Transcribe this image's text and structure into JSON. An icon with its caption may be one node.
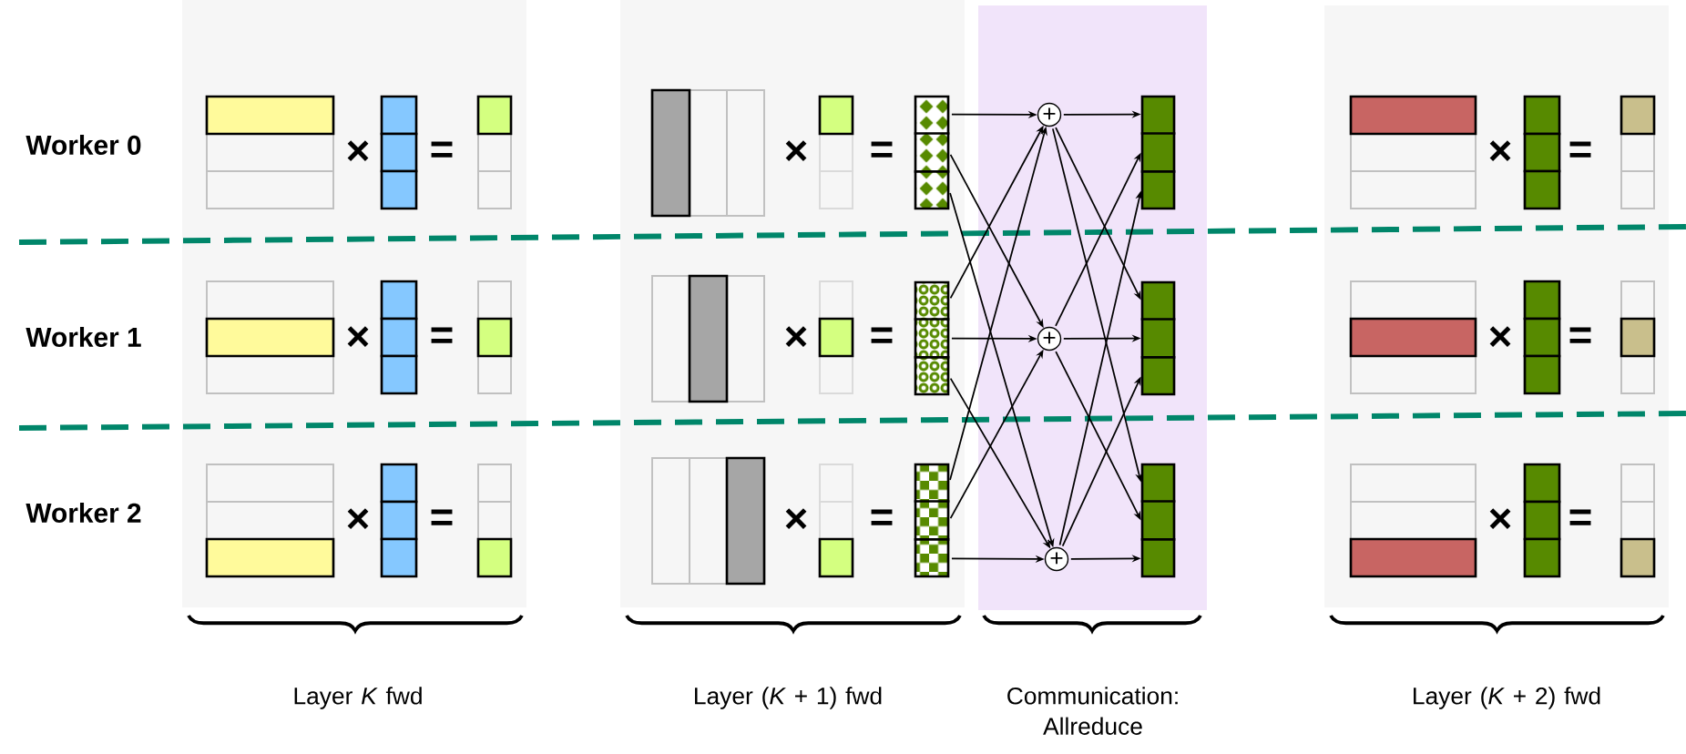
{
  "diagram": {
    "nodes": [
      {
        "text": [],
        "shape": "bar"
      },
      {
        "text": [],
        "shape": "bar"
      },
      {
        "text": [],
        "shape": "bar"
      },
      {
        "text": [
          "+"
        ]
      },
      {
        "text": [
          "+"
        ]
      },
      {
        "text": [
          "+"
        ]
      },
      {
        "text": [],
        "shape": "bar"
      },
      {
        "text": [],
        "shape": "bar"
      },
      {
        "text": [],
        "shape": "bar"
      }
    ],
    "edges": [
      {
        "from": 0,
        "to": 3,
        "arrow": "to"
      },
      {
        "from": 0,
        "to": 4,
        "arrow": "to"
      },
      {
        "from": 0,
        "to": 5,
        "arrow": "to"
      },
      {
        "from": 1,
        "to": 3,
        "arrow": "to"
      },
      {
        "from": 1,
        "to": 4,
        "arrow": "to"
      },
      {
        "from": 1,
        "to": 5,
        "arrow": "to"
      },
      {
        "from": 2,
        "to": 3,
        "arrow": "to"
      },
      {
        "from": 2,
        "to": 4,
        "arrow": "to"
      },
      {
        "from": 2,
        "to": 5,
        "arrow": "to"
      },
      {
        "from": 3,
        "to": 6,
        "arrow": "to"
      },
      {
        "from": 3,
        "to": 7,
        "arrow": "to"
      },
      {
        "from": 3,
        "to": 8,
        "arrow": "to"
      },
      {
        "from": 4,
        "to": 6,
        "arrow": "to"
      },
      {
        "from": 4,
        "to": 7,
        "arrow": "to"
      },
      {
        "from": 4,
        "to": 8,
        "arrow": "to"
      },
      {
        "from": 5,
        "to": 6,
        "arrow": "to"
      },
      {
        "from": 5,
        "to": 7,
        "arrow": "to"
      },
      {
        "from": 5,
        "to": 8,
        "arrow": "to"
      }
    ],
    "labels": [
      "Worker 0",
      "×",
      "=",
      "×",
      "=",
      "×",
      "=",
      "Worker 1",
      "×",
      "=",
      "×",
      "=",
      "×",
      "=",
      "Worker 2",
      "×",
      "=",
      "×",
      "=",
      "×",
      "=",
      "Layer *K* fwd",
      "Layer (*K* + 1) fwd",
      "Communication: Allreduce",
      "Layer (*K* + 2) fwd"
    ]
  }
}
